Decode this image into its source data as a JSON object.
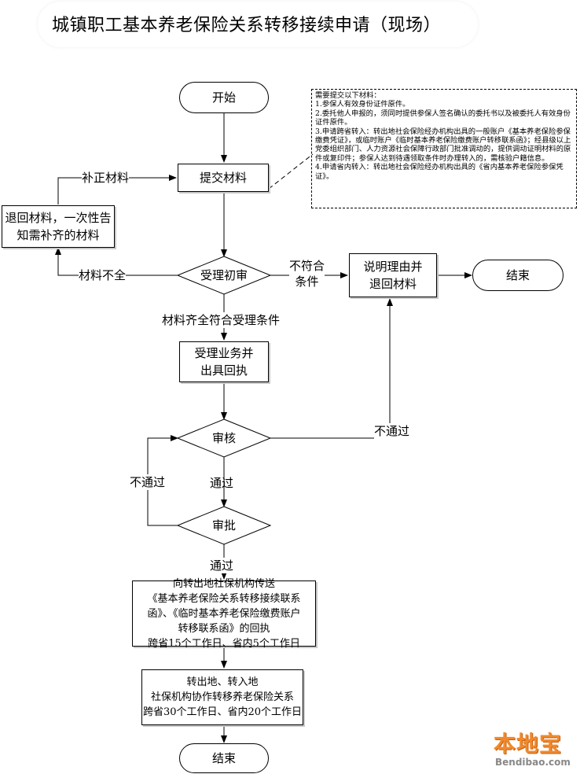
{
  "title": "城镇职工基本养老保险关系转移接续申请（现场）",
  "nodes": {
    "start": "开始",
    "submit": "提交材料",
    "return_materials_lines": [
      "退回材料，一次性告",
      "知需补齐的材料"
    ],
    "initial_review": "受理初审",
    "explain_return_lines": [
      "说明理由并",
      "退回材料"
    ],
    "end_right": "结束",
    "accept_lines": [
      "受理业务并",
      "出具回执"
    ],
    "audit": "审核",
    "approve": "审批",
    "send_lines": [
      "向转出地社保机构传送",
      "《基本养老保险关系转移接续联系",
      "函》、《临时基本养老保险缴费账户",
      "转移联系函》的回执",
      "跨省15个工作日、省内5个工作日"
    ],
    "transfer_lines": [
      "转出地、转入地",
      "社保机构协作转移养老保险关系",
      "跨省30个工作日、省内20个工作日"
    ],
    "end_bottom": "结束"
  },
  "edge_labels": {
    "correct_materials": "补正材料",
    "incomplete": "材料不全",
    "not_qualified_lines": [
      "不符合",
      "条件"
    ],
    "complete_qualified": "材料齐全符合受理条件",
    "audit_fail_right": "不通过",
    "audit_fail_left": "不通过",
    "audit_pass": "通过",
    "approve_pass": "通过"
  },
  "note": {
    "lines": [
      "需要提交以下材料：",
      "1.参保人有效身份证件原件。",
      "2.委托他人申报的，须同时提供参保人签名确认的委托书以及被委托人有效身份证件原件。",
      "3.申请跨省转入：转出地社会保险经办机构出具的一般账户《基本养老保险参保缴费凭证》，或临时账户《临时基本养老保险缴费账户转移联系函》；经县级以上党委组织部门、人力资源社会保障行政部门批准调动的，提供调动证明材料的原件或复印件；参保人达到待遇领取条件时办理转入的，需核验户籍信息。",
      "4.申请省内转入：转出地社会保险经办机构出具的《省内基本养老保险参保凭证》。"
    ]
  },
  "watermark": {
    "cn": "本地宝",
    "en": "Bendibao.com",
    "color": "#f08a2c"
  }
}
